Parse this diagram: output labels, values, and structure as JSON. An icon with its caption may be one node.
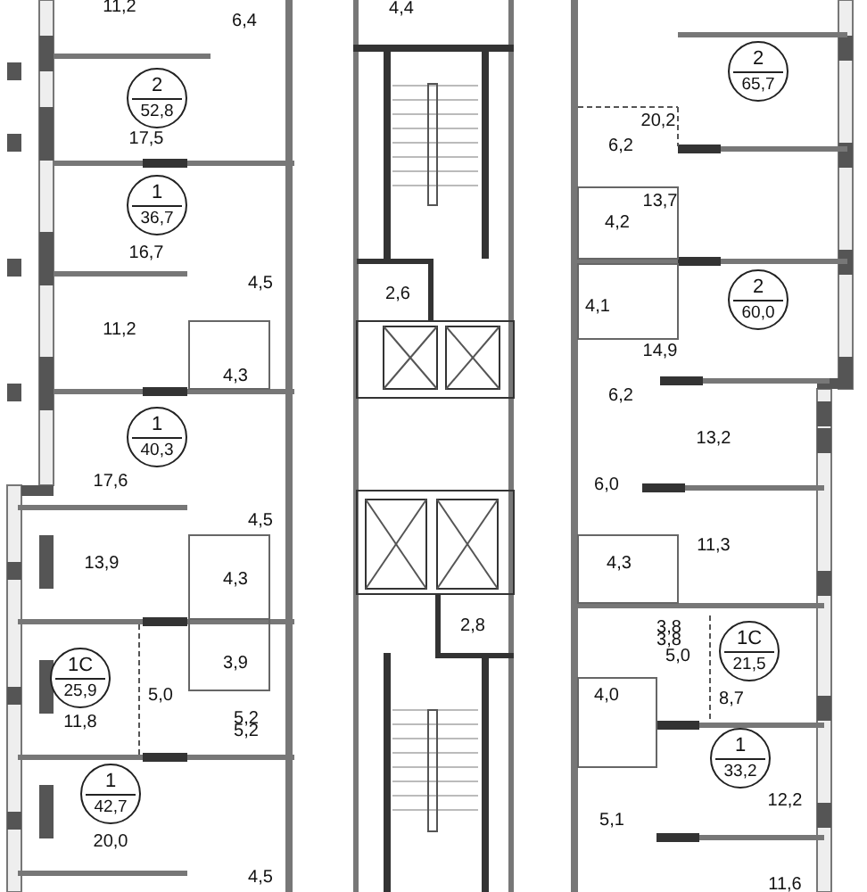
{
  "diagram": {
    "nodes": [
      {
        "text": [
          "2",
          "65,7"
        ]
      },
      {
        "text": [
          "2",
          "52,8"
        ]
      },
      {
        "text": [
          "1",
          "36,7"
        ]
      },
      {
        "text": [
          "2",
          "60,0"
        ]
      },
      {
        "text": [
          "1",
          "40,3"
        ]
      },
      {
        "text": [
          "1С",
          "21,5"
        ]
      },
      {
        "text": [
          "1С",
          "25,9"
        ]
      },
      {
        "text": [
          "1",
          "33,2"
        ]
      },
      {
        "text": [
          "1",
          "42,7"
        ]
      }
    ],
    "labels": [
      "11,2",
      "6,4",
      "4,4",
      "20,2",
      "17,5",
      "6,2",
      "13,7",
      "4,2",
      "16,7",
      "4,5",
      "2,6",
      "4,1",
      "14,9",
      "11,2",
      "4,3",
      "6,2",
      "13,2",
      "17,6",
      "6,0",
      "4,5",
      "11,3",
      "13,9",
      "4,3",
      "4,3",
      "2,8",
      "3,8",
      "3,8",
      "3,9",
      "5,0",
      "5,0",
      "4,0",
      "8,7",
      "11,8",
      "5,2",
      "5,2",
      "12,2",
      "20,0",
      "5,1",
      "4,5",
      "11,6"
    ]
  }
}
